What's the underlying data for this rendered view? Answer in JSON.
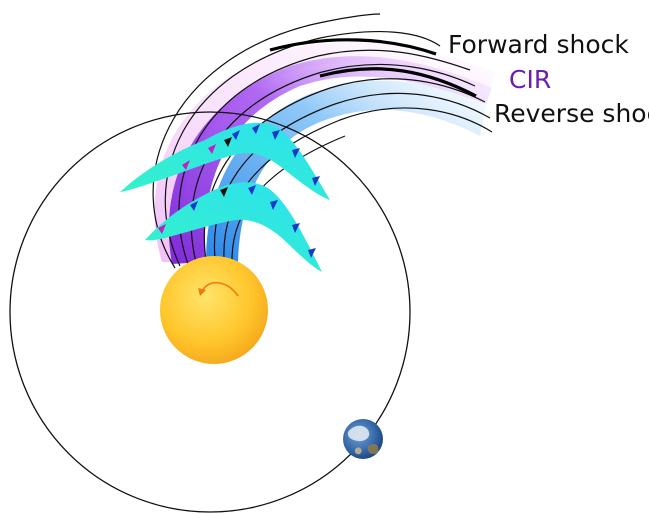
{
  "labels": {
    "forward_shock": "Forward shock",
    "cir": "CIR",
    "reverse_shock": "Reverse shock"
  },
  "colors": {
    "cir_purple": "#8a2be2",
    "cir_label": "#6a1fb0",
    "reverse_blue": "#2f8fe8",
    "stream_cyan": "#34f0d0",
    "sun_core": "#ffd93a",
    "sun_edge": "#f5a81c",
    "rotation_arrow": "#f07a10",
    "orbit": "#111111",
    "field_line": "#111111",
    "arrow_blue": "#1838c8",
    "arrow_magenta": "#c020c0"
  },
  "icons": {
    "sun": "sun-icon",
    "earth": "earth-icon",
    "rotation": "rotation-arrow-icon"
  }
}
